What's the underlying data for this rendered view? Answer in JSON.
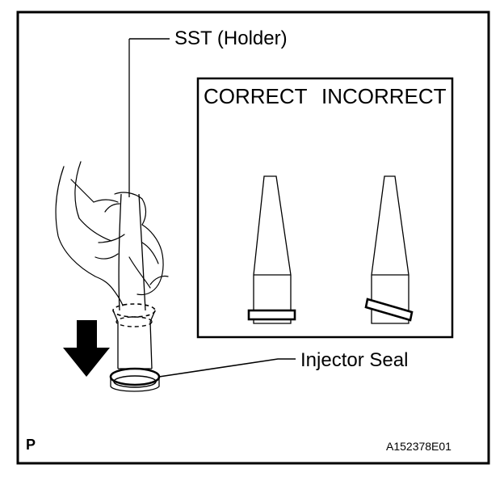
{
  "labels": {
    "tool": "SST (Holder)",
    "correct": "CORRECT",
    "incorrect": "INCORRECT",
    "seal": "Injector Seal",
    "corner_letter": "P",
    "figure_code": "A152378E01"
  },
  "colors": {
    "line": "#000000",
    "background": "#ffffff"
  },
  "icons": {
    "press_direction": "down-arrow-icon"
  }
}
